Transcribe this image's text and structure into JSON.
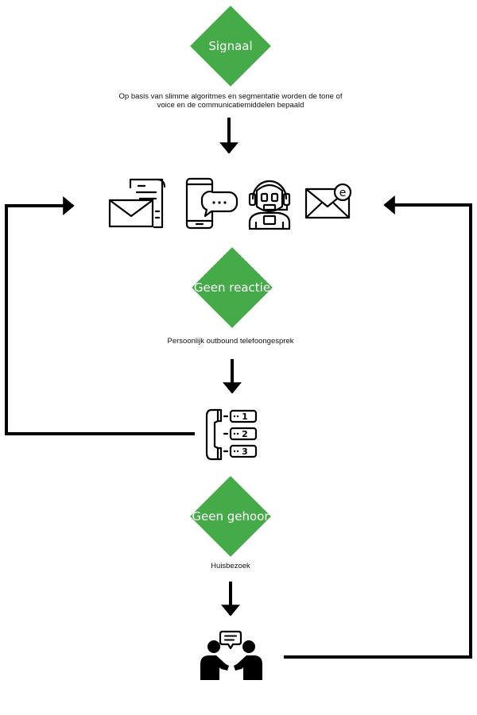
{
  "flow": {
    "signal": {
      "label": "Signaal",
      "caption_line1": "Op basis van slimme algoritmes en segmentatie worden de tone of",
      "caption_line2": "voice en de communicatiemiddelen bepaald"
    },
    "no_response": {
      "label": "Geen reactie",
      "caption": "Persoonlijk outbound telefoongesprek"
    },
    "no_answer": {
      "label": "Geen gehoor",
      "caption": "Huisbezoek"
    },
    "ivr_numbers": [
      "1",
      "2",
      "3"
    ],
    "email_badge": "e",
    "accent_color": "#45aa48",
    "channel_icons": [
      "letter-icon",
      "smartphone-chat-icon",
      "chatbot-icon",
      "email-icon"
    ],
    "phone_icon": "phone-menu-icon",
    "visit_icon": "home-visit-icon"
  }
}
